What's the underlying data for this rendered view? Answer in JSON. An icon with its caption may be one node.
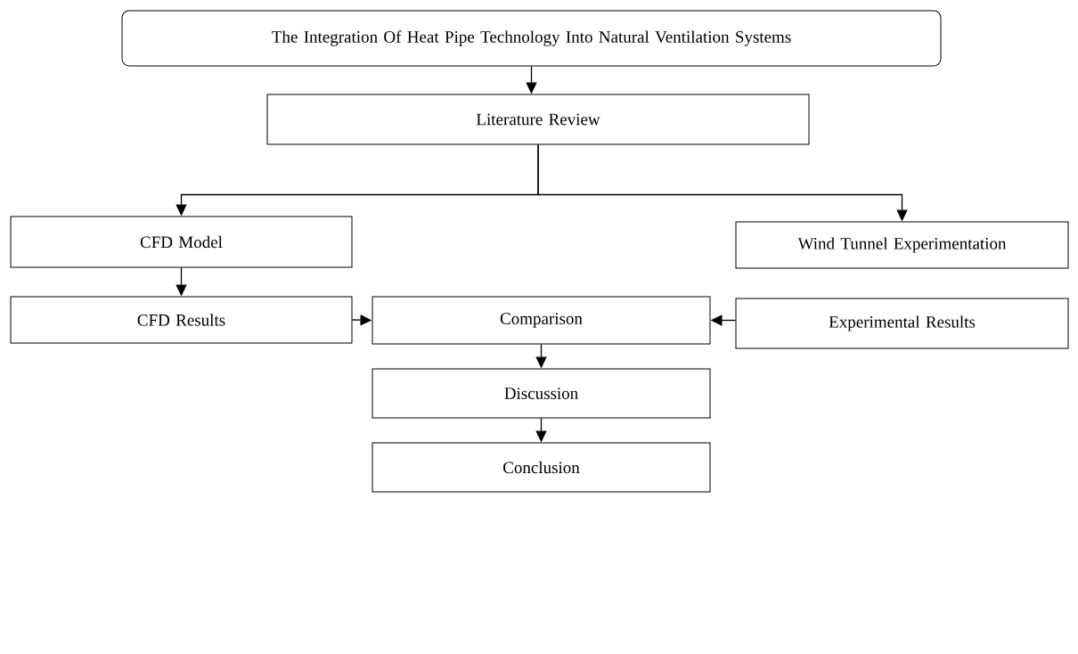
{
  "diagram": {
    "nodes": [
      {
        "text": [
          "The Integration Of Heat Pipe Technology Into Natural Ventilation Systems"
        ]
      },
      {
        "text": [
          "Literature Review"
        ]
      },
      {
        "text": [
          "CFD Model"
        ]
      },
      {
        "text": [
          "Wind Tunnel Experimentation"
        ]
      },
      {
        "text": [
          "CFD Results"
        ]
      },
      {
        "text": [
          "Comparison"
        ]
      },
      {
        "text": [
          "Experimental Results"
        ]
      },
      {
        "text": [
          "Discussion"
        ]
      },
      {
        "text": [
          "Conclusion"
        ]
      }
    ],
    "edges": [
      {
        "from": 0,
        "to": 1,
        "arrow": "to"
      },
      {
        "from": 1,
        "to": 2,
        "arrow": "to"
      },
      {
        "from": 1,
        "to": 3,
        "arrow": "to"
      },
      {
        "from": 2,
        "to": 4,
        "arrow": "to"
      },
      {
        "from": 4,
        "to": 5,
        "arrow": "to"
      },
      {
        "from": 6,
        "to": 5,
        "arrow": "to"
      },
      {
        "from": 5,
        "to": 7,
        "arrow": "to"
      },
      {
        "from": 7,
        "to": 8,
        "arrow": "to"
      }
    ]
  }
}
